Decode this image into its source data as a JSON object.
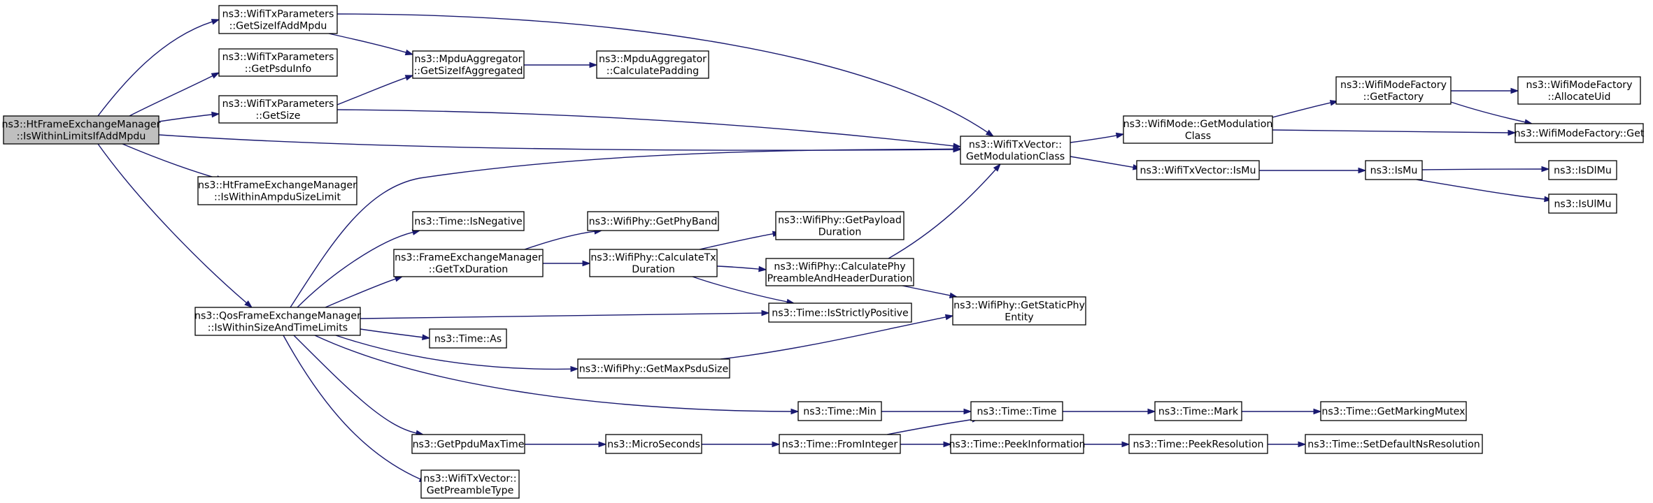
{
  "colors": {
    "edge": "#191970",
    "root_fill": "#bfbfbf",
    "node_fill": "#ffffff",
    "node_border": "#000000"
  },
  "nodes": [
    {
      "id": "root",
      "lines": [
        "ns3::HtFrameExchangeManager",
        "::IsWithinLimitsIfAddMpdu"
      ],
      "highlight": true
    },
    {
      "id": "gsiam",
      "lines": [
        "ns3::WifiTxParameters",
        "::GetSizeIfAddMpdu"
      ]
    },
    {
      "id": "gpi",
      "lines": [
        "ns3::WifiTxParameters",
        "::GetPsduInfo"
      ]
    },
    {
      "id": "gs",
      "lines": [
        "ns3::WifiTxParameters",
        "::GetSize"
      ]
    },
    {
      "id": "htw",
      "lines": [
        "ns3::HtFrameExchangeManager",
        "::IsWithinAmpduSizeLimit"
      ]
    },
    {
      "id": "qos",
      "lines": [
        "ns3::QosFrameExchangeManager",
        "::IsWithinSizeAndTimeLimits"
      ]
    },
    {
      "id": "mpagg",
      "lines": [
        "ns3::MpduAggregator",
        "::GetSizeIfAggregated"
      ]
    },
    {
      "id": "calcpad",
      "lines": [
        "ns3::MpduAggregator",
        "::CalculatePadding"
      ]
    },
    {
      "id": "isneg",
      "lines": [
        "ns3::Time::IsNegative"
      ]
    },
    {
      "id": "fegtx",
      "lines": [
        "ns3::FrameExchangeManager",
        "::GetTxDuration"
      ]
    },
    {
      "id": "tas",
      "lines": [
        "ns3::Time::As"
      ]
    },
    {
      "id": "gpmt",
      "lines": [
        "ns3::GetPpduMaxTime"
      ]
    },
    {
      "id": "gpt",
      "lines": [
        "ns3::WifiTxVector::",
        "GetPreambleType"
      ]
    },
    {
      "id": "gpb",
      "lines": [
        "ns3::WifiPhy::GetPhyBand"
      ]
    },
    {
      "id": "calctx",
      "lines": [
        "ns3::WifiPhy::CalculateTx",
        "Duration"
      ]
    },
    {
      "id": "gmps",
      "lines": [
        "ns3::WifiPhy::GetMaxPsduSize"
      ]
    },
    {
      "id": "micro",
      "lines": [
        "ns3::MicroSeconds"
      ]
    },
    {
      "id": "gpd",
      "lines": [
        "ns3::WifiPhy::GetPayload",
        "Duration"
      ]
    },
    {
      "id": "cphd",
      "lines": [
        "ns3::WifiPhy::CalculatePhy",
        "PreambleAndHeaderDuration"
      ]
    },
    {
      "id": "isp",
      "lines": [
        "ns3::Time::IsStrictlyPositive"
      ]
    },
    {
      "id": "tmin",
      "lines": [
        "ns3::Time::Min"
      ]
    },
    {
      "id": "fromint",
      "lines": [
        "ns3::Time::FromInteger"
      ]
    },
    {
      "id": "gmc",
      "lines": [
        "ns3::WifiTxVector::",
        "GetModulationClass"
      ]
    },
    {
      "id": "gspe",
      "lines": [
        "ns3::WifiPhy::GetStaticPhy",
        "Entity"
      ]
    },
    {
      "id": "ttime",
      "lines": [
        "ns3::Time::Time"
      ]
    },
    {
      "id": "peekinfo",
      "lines": [
        "ns3::Time::PeekInformation"
      ]
    },
    {
      "id": "wmgmc",
      "lines": [
        "ns3::WifiMode::GetModulation",
        "Class"
      ]
    },
    {
      "id": "txismu",
      "lines": [
        "ns3::WifiTxVector::IsMu"
      ]
    },
    {
      "id": "mark",
      "lines": [
        "ns3::Time::Mark"
      ]
    },
    {
      "id": "peekres",
      "lines": [
        "ns3::Time::PeekResolution"
      ]
    },
    {
      "id": "wmfgf",
      "lines": [
        "ns3::WifiModeFactory",
        "::GetFactory"
      ]
    },
    {
      "id": "ismu",
      "lines": [
        "ns3::IsMu"
      ]
    },
    {
      "id": "gmm",
      "lines": [
        "ns3::Time::GetMarkingMutex"
      ]
    },
    {
      "id": "sdnr",
      "lines": [
        "ns3::Time::SetDefaultNsResolution"
      ]
    },
    {
      "id": "allocuid",
      "lines": [
        "ns3::WifiModeFactory",
        "::AllocateUid"
      ]
    },
    {
      "id": "wmfget",
      "lines": [
        "ns3::WifiModeFactory::Get"
      ]
    },
    {
      "id": "isdlmu",
      "lines": [
        "ns3::IsDlMu"
      ]
    },
    {
      "id": "isulmu",
      "lines": [
        "ns3::IsUlMu"
      ]
    }
  ]
}
